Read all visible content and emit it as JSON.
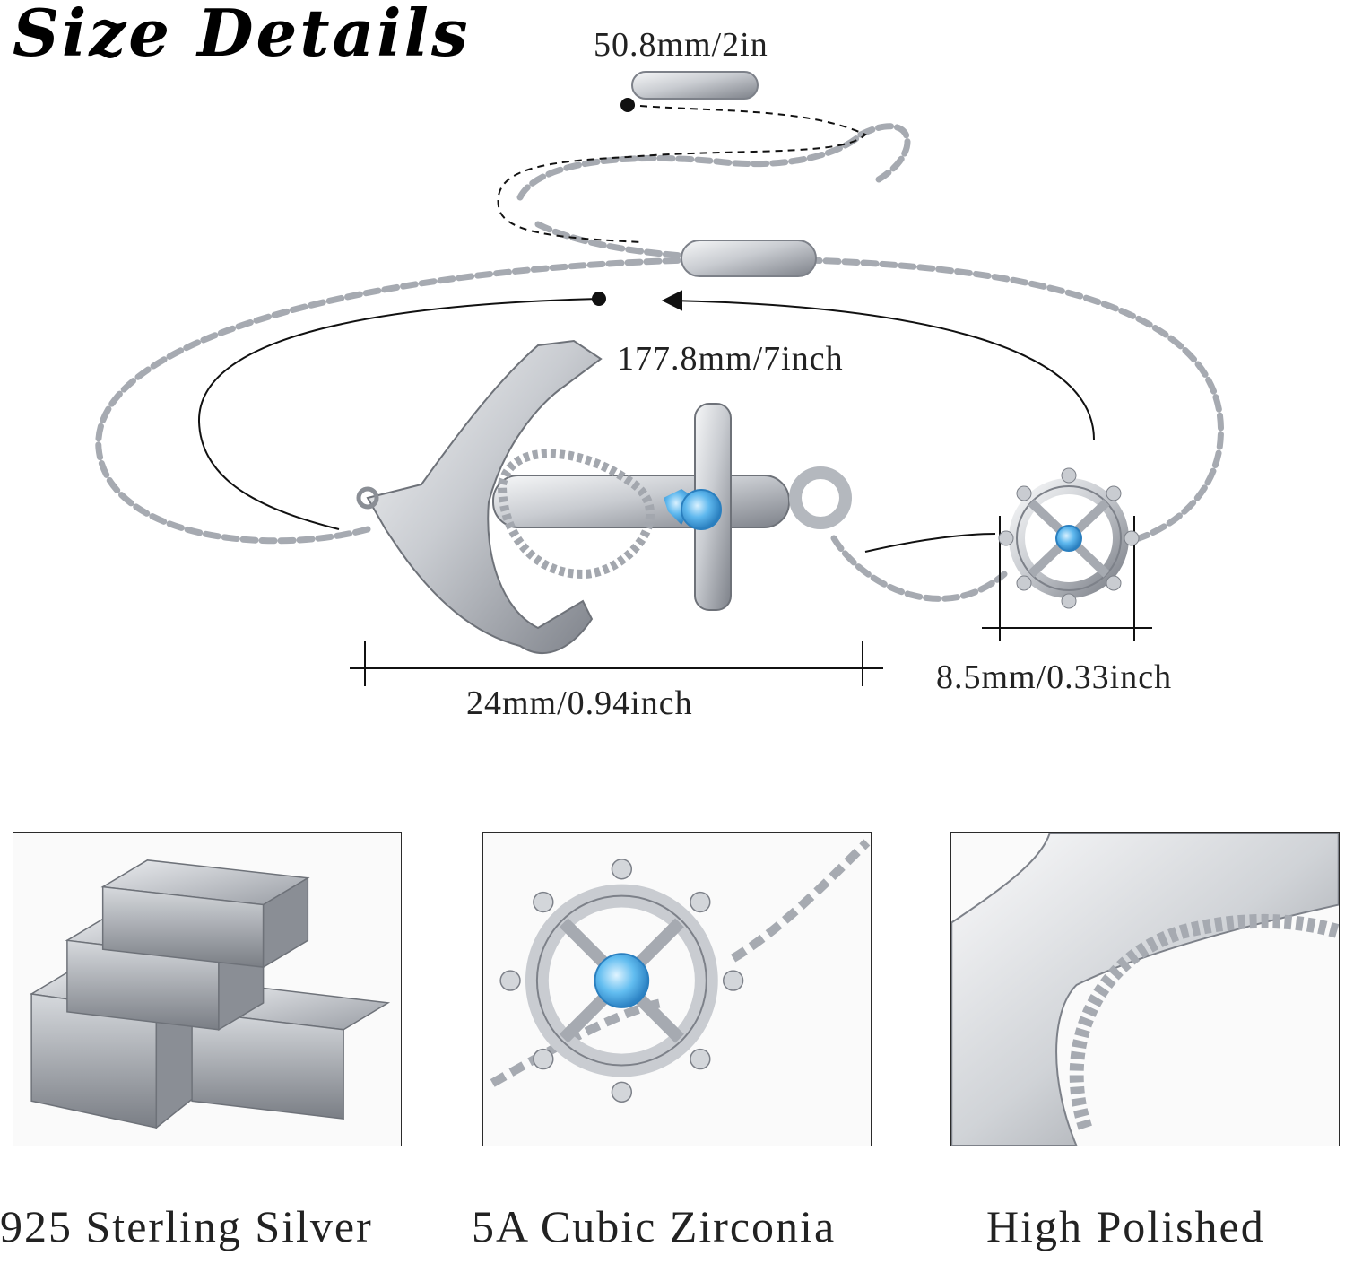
{
  "title": "Size Details",
  "dimensions": {
    "extender": "50.8mm/2in",
    "circumference": "177.8mm/7inch",
    "anchor_width": "24mm/0.94inch",
    "wheel_width": "8.5mm/0.33inch"
  },
  "features": [
    {
      "caption": "925 Sterling Silver",
      "image": "silver-bars"
    },
    {
      "caption": "5A Cubic Zirconia",
      "image": "ship-wheel-closeup"
    },
    {
      "caption": "High Polished",
      "image": "anchor-rope-closeup"
    }
  ],
  "colors": {
    "silver": "#c9ccd1",
    "silver_dark": "#8a8e95",
    "gem_blue": "#5fb8ee",
    "line": "#111111"
  }
}
